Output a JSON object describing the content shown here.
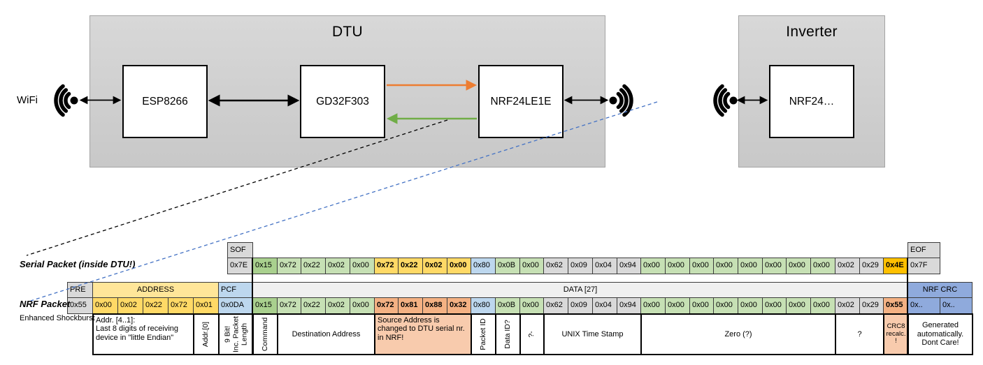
{
  "diagram": {
    "wifi_label": "WiFi",
    "dtu": {
      "title": "DTU",
      "esp": "ESP8266",
      "gd": "GD32F303",
      "nrf": "NRF24LE1E"
    },
    "inverter": {
      "title": "Inverter",
      "nrf": "NRF24…"
    }
  },
  "colors": {
    "arrow_black": "#000000",
    "arrow_orange": "#ED7D31",
    "arrow_green": "#70AD47",
    "dash_blue": "#4472C4",
    "green_dark": "#A9D08E",
    "green_light": "#C6E0B4",
    "yellow": "#FFD966",
    "yellow_header": "#FFE699",
    "gold": "#FFC000",
    "blue_light": "#BDD7EE",
    "blue_crc": "#8FAADC",
    "salmon": "#F4B183",
    "salmon_light": "#F8CBAD",
    "gray": "#D9D9D9",
    "gray_band": "#F0F0F0"
  },
  "serial_packet": {
    "label": "Serial Packet (inside DTU!)",
    "sof_header": "SOF",
    "sof_value": "0x7E",
    "eof_header": "EOF",
    "eof_value": "0x7F",
    "bytes": [
      {
        "v": "0x15",
        "c": "g2"
      },
      {
        "v": "0x72",
        "c": "g1"
      },
      {
        "v": "0x22",
        "c": "g1"
      },
      {
        "v": "0x02",
        "c": "g1"
      },
      {
        "v": "0x00",
        "c": "g1"
      },
      {
        "v": "0x72",
        "c": "y",
        "b": 1
      },
      {
        "v": "0x22",
        "c": "y",
        "b": 1
      },
      {
        "v": "0x02",
        "c": "y",
        "b": 1
      },
      {
        "v": "0x00",
        "c": "y",
        "b": 1
      },
      {
        "v": "0x80",
        "c": "bl"
      },
      {
        "v": "0x0B",
        "c": "g1"
      },
      {
        "v": "0x00",
        "c": "g1"
      },
      {
        "v": "0x62",
        "c": "gr"
      },
      {
        "v": "0x09",
        "c": "gr"
      },
      {
        "v": "0x04",
        "c": "gr"
      },
      {
        "v": "0x94",
        "c": "gr"
      },
      {
        "v": "0x00",
        "c": "g1"
      },
      {
        "v": "0x00",
        "c": "g1"
      },
      {
        "v": "0x00",
        "c": "g1"
      },
      {
        "v": "0x00",
        "c": "g1"
      },
      {
        "v": "0x00",
        "c": "g1"
      },
      {
        "v": "0x00",
        "c": "g1"
      },
      {
        "v": "0x00",
        "c": "g1"
      },
      {
        "v": "0x00",
        "c": "g1"
      },
      {
        "v": "0x02",
        "c": "gr"
      },
      {
        "v": "0x29",
        "c": "gr"
      },
      {
        "v": "0x4E",
        "c": "gd",
        "b": 1
      }
    ]
  },
  "nrf_packet": {
    "label": "NRF Packet",
    "sublabel": "Enhanced Shockburst",
    "headers": {
      "pre": "PRE",
      "address": "ADDRESS",
      "pcf": "PCF",
      "data": "DATA [27]",
      "crc": "NRF CRC"
    },
    "pre_value": "0x55",
    "address_bytes": [
      "0x00",
      "0x02",
      "0x22",
      "0x72",
      "0x01"
    ],
    "pcf_value": "0x0DA",
    "bytes": [
      {
        "v": "0x15",
        "c": "g2"
      },
      {
        "v": "0x72",
        "c": "g1"
      },
      {
        "v": "0x22",
        "c": "g1"
      },
      {
        "v": "0x02",
        "c": "g1"
      },
      {
        "v": "0x00",
        "c": "g1"
      },
      {
        "v": "0x72",
        "c": "sa",
        "b": 1
      },
      {
        "v": "0x81",
        "c": "sa",
        "b": 1
      },
      {
        "v": "0x88",
        "c": "sa",
        "b": 1
      },
      {
        "v": "0x32",
        "c": "sa",
        "b": 1
      },
      {
        "v": "0x80",
        "c": "bl"
      },
      {
        "v": "0x0B",
        "c": "g1"
      },
      {
        "v": "0x00",
        "c": "g1"
      },
      {
        "v": "0x62",
        "c": "gr"
      },
      {
        "v": "0x09",
        "c": "gr"
      },
      {
        "v": "0x04",
        "c": "gr"
      },
      {
        "v": "0x94",
        "c": "gr"
      },
      {
        "v": "0x00",
        "c": "g1"
      },
      {
        "v": "0x00",
        "c": "g1"
      },
      {
        "v": "0x00",
        "c": "g1"
      },
      {
        "v": "0x00",
        "c": "g1"
      },
      {
        "v": "0x00",
        "c": "g1"
      },
      {
        "v": "0x00",
        "c": "g1"
      },
      {
        "v": "0x00",
        "c": "g1"
      },
      {
        "v": "0x00",
        "c": "g1"
      },
      {
        "v": "0x02",
        "c": "gr"
      },
      {
        "v": "0x29",
        "c": "gr"
      },
      {
        "v": "0x55",
        "c": "sa",
        "b": 1
      }
    ],
    "crc_bytes": [
      "0x..",
      "0x.."
    ],
    "annotations": [
      {
        "label": "Addr. [4..1]:\nLast 8 digits of receiving device in \"little Endian\"",
        "span": 4,
        "region": "pre",
        "align": "left"
      },
      {
        "label": "Addr.[0]",
        "span": 1,
        "region": "pre",
        "rot": true
      },
      {
        "label": "9 Bit!\nInc. Packet\nLength",
        "span": 1,
        "region": "pcf",
        "rot": true
      },
      {
        "label": "Command",
        "span": 1,
        "region": "data",
        "rot": true
      },
      {
        "label": "Destination Address",
        "span": 4,
        "region": "data"
      },
      {
        "label": "Source Address is changed to DTU serial nr. in NRF!",
        "span": 4,
        "region": "data",
        "bg": "salmon_light",
        "align": "left"
      },
      {
        "label": "Packet ID",
        "span": 1,
        "region": "data",
        "rot": true
      },
      {
        "label": "Data ID?",
        "span": 1,
        "region": "data",
        "rot": true
      },
      {
        "label": "?-",
        "span": 1,
        "region": "data",
        "rot": true
      },
      {
        "label": "UNIX Time Stamp",
        "span": 4,
        "region": "data"
      },
      {
        "label": "Zero (?)",
        "span": 8,
        "region": "data"
      },
      {
        "label": "?",
        "span": 2,
        "region": "data"
      },
      {
        "label": "CRC8 recalc. !",
        "span": 1,
        "region": "data",
        "bg": "salmon_light",
        "small": true
      },
      {
        "label": "Generated automatically. Dont Care!",
        "span": 2,
        "region": "crc"
      }
    ]
  }
}
